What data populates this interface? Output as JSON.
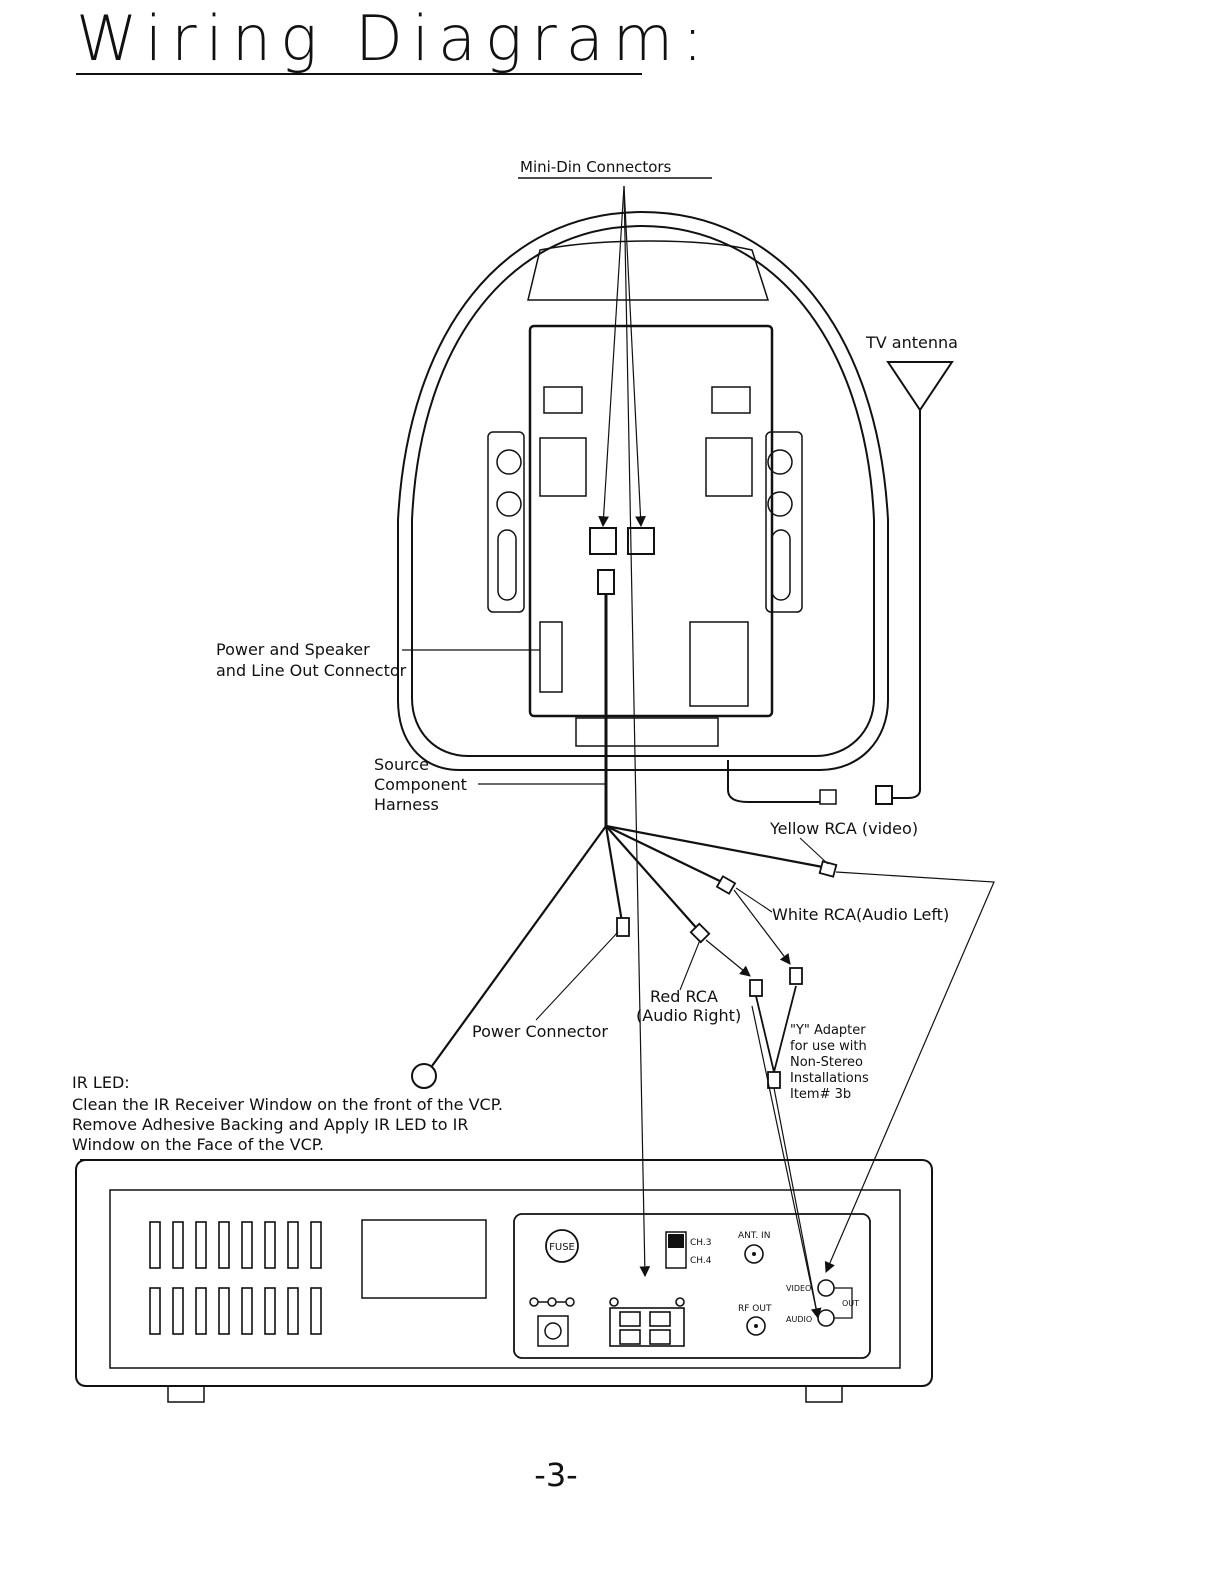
{
  "title": "Wiring Diagram:",
  "labels": {
    "mini_din": "Mini-Din Connectors",
    "tv_antenna": "TV antenna",
    "power_speaker_1": "Power and Speaker",
    "power_speaker_2": "and Line Out Connector",
    "source_1": "Source",
    "source_2": "Component",
    "source_3": "Harness",
    "yellow_rca": "Yellow RCA (video)",
    "white_rca": "White RCA(Audio Left)",
    "red_rca_1": "Red RCA",
    "red_rca_2": "(Audio Right)",
    "power_connector": "Power Connector",
    "y_adapter_1": "\"Y\" Adapter",
    "y_adapter_2": "for use with",
    "y_adapter_3": "Non-Stereo",
    "y_adapter_4": "Installations",
    "y_adapter_5": "Item# 3b",
    "ir_led_title": "IR LED:",
    "ir_led_1": "Clean the IR Receiver Window on the front of the VCP.",
    "ir_led_2": "Remove Adhesive Backing and Apply IR LED to IR",
    "ir_led_3": "Window on the Face of the VCP."
  },
  "vcp_panel": {
    "fuse": "FUSE",
    "ch3": "CH.3",
    "ch4": "CH.4",
    "ant_in": "ANT. IN",
    "rf_out": "RF OUT",
    "video": "VIDEO",
    "audio": "AUDIO",
    "out": "OUT"
  },
  "page_number": "-3-"
}
